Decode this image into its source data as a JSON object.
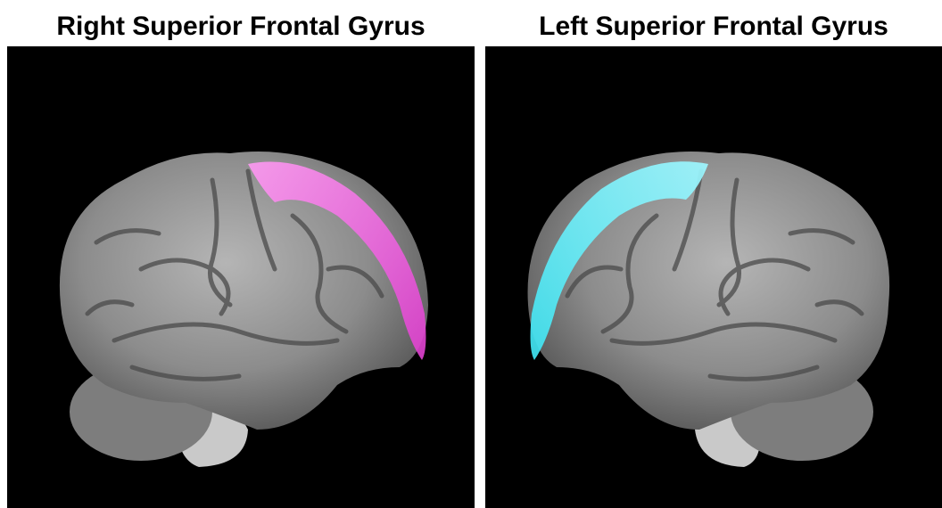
{
  "panels": [
    {
      "title": "Right Superior Frontal Gyrus",
      "highlight_color": "#ff66ee",
      "view": "lateral"
    },
    {
      "title": "Left Superior Frontal Gyrus",
      "highlight_color": "#66f2ff",
      "view": "lateral"
    }
  ],
  "background_color": "#000000",
  "brain_color": "#8a8a8a"
}
